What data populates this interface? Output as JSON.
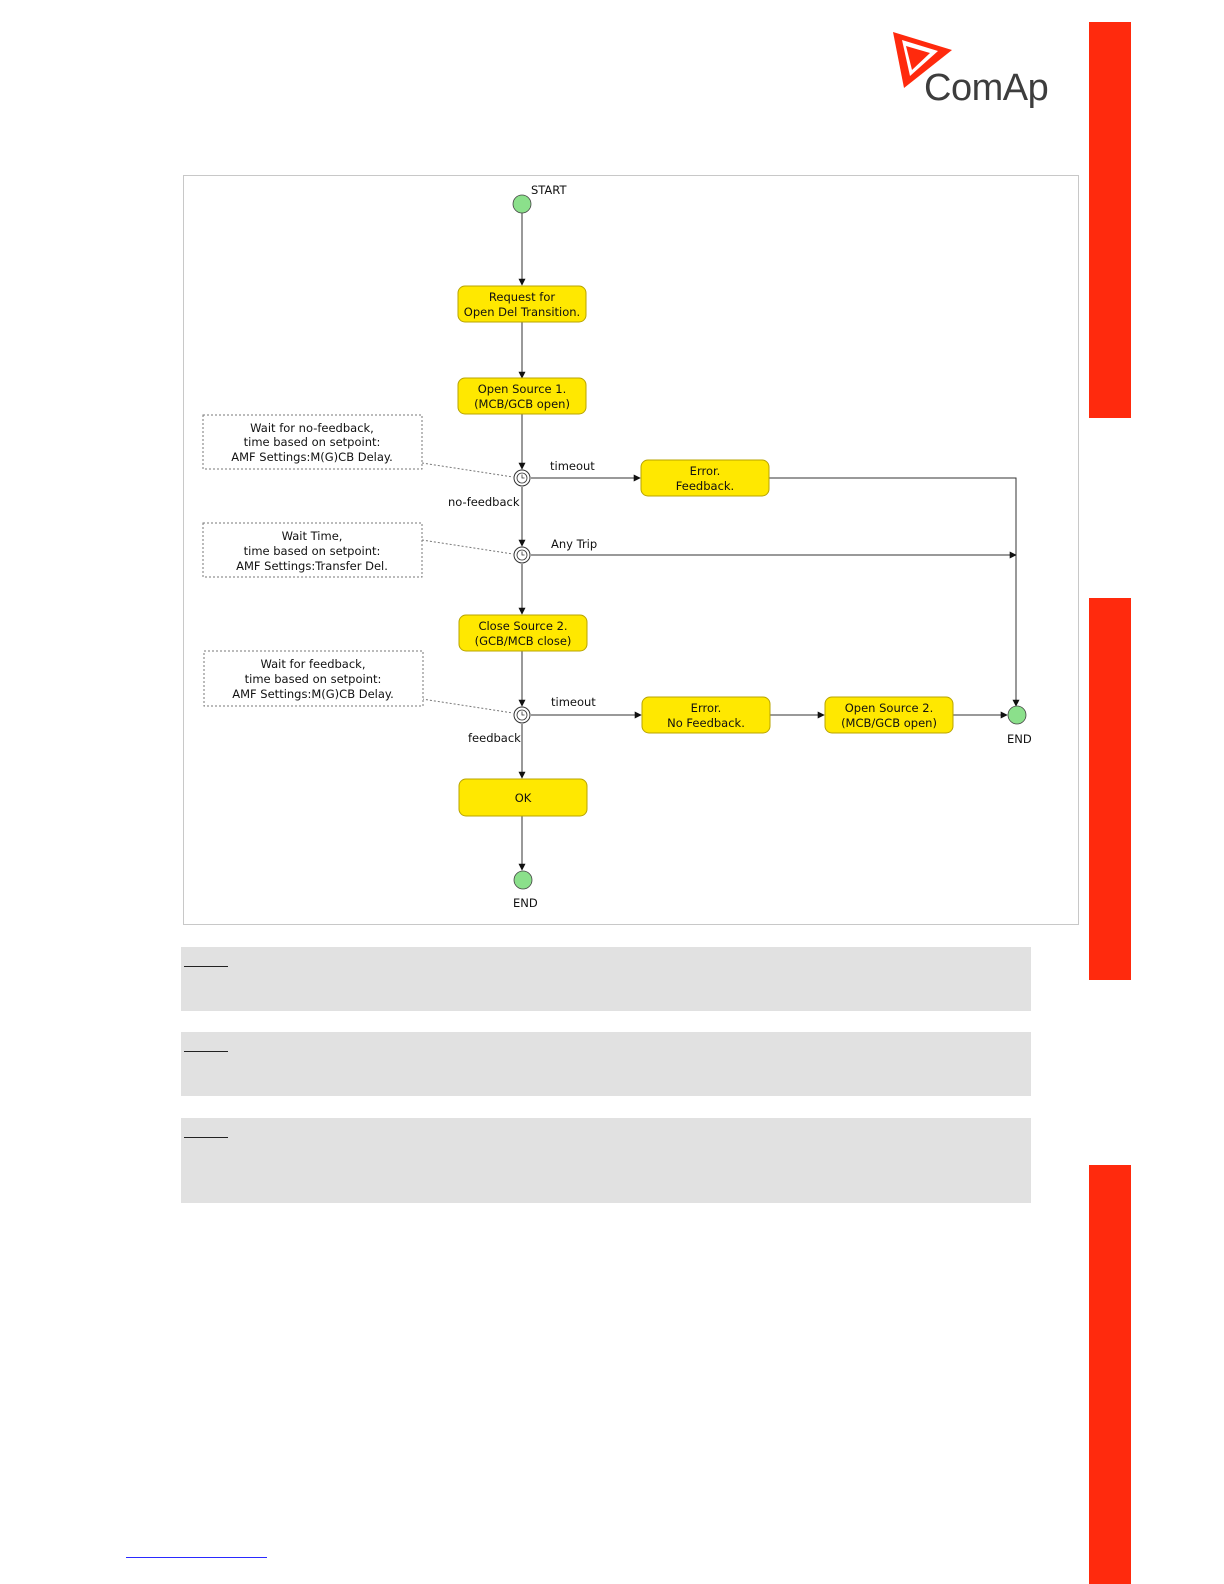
{
  "brand": {
    "name": "ComAp",
    "accent_color": "#ff2a0d",
    "logo_icon": "comap-triangle-logo"
  },
  "diagram": {
    "start_label": "START",
    "end_label_main": "END",
    "end_label_side": "END",
    "states": {
      "request": [
        "Request for",
        "Open Del Transition."
      ],
      "open_source_1": [
        "Open Source 1.",
        "(MCB/GCB open)"
      ],
      "error_feedback": [
        "Error.",
        "Feedback."
      ],
      "close_source_2": [
        "Close Source 2.",
        "(GCB/MCB close)"
      ],
      "error_no_feedback": [
        "Error.",
        "No Feedback."
      ],
      "open_source_2": [
        "Open Source 2.",
        "(MCB/GCB open)"
      ],
      "ok": [
        "OK"
      ]
    },
    "notes": {
      "wait_no_feedback": [
        "Wait for no-feedback,",
        "time based on setpoint:",
        "AMF Settings:M(G)CB Delay."
      ],
      "wait_time": [
        "Wait Time,",
        "time based on setpoint:",
        "AMF Settings:Transfer Del."
      ],
      "wait_feedback": [
        "Wait for feedback,",
        "time based on setpoint:",
        "AMF Settings:M(G)CB Delay."
      ]
    },
    "transitions": {
      "timeout_1": "timeout",
      "no_feedback": "no-feedback",
      "any_trip": "Any Trip",
      "timeout_2": "timeout",
      "feedback": "feedback"
    },
    "colors": {
      "state_fill": "#ffe800",
      "state_stroke": "#b8a400",
      "terminal_fill": "#8be08b"
    }
  }
}
